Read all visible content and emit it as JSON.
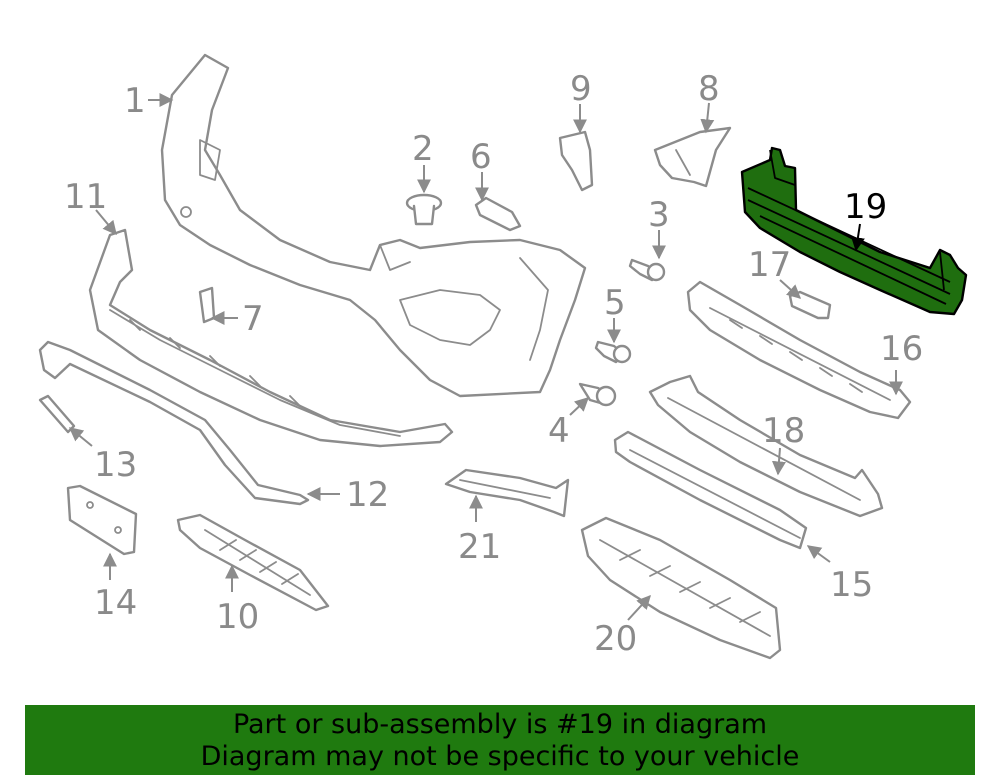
{
  "diagram": {
    "callouts": {
      "c1": "1",
      "c2": "2",
      "c3": "3",
      "c4": "4",
      "c5": "5",
      "c6": "6",
      "c7": "7",
      "c8": "8",
      "c9": "9",
      "c10": "10",
      "c11": "11",
      "c12": "12",
      "c13": "13",
      "c14": "14",
      "c15": "15",
      "c16": "16",
      "c17": "17",
      "c18": "18",
      "c19": "19",
      "c20": "20",
      "c21": "21"
    },
    "highlighted_part": "19",
    "colors": {
      "highlight": "#1f6e0f",
      "banner": "#1f7a0f",
      "line_art": "#8c8c8c"
    }
  },
  "banner": {
    "line1": "Part or sub-assembly is #19 in diagram",
    "line2": "Diagram may not be specific to your vehicle"
  }
}
